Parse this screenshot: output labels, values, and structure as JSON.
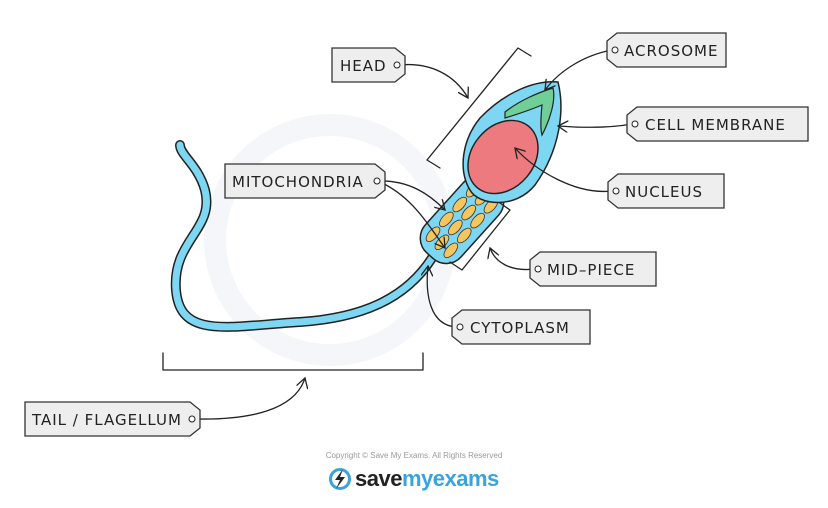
{
  "labels": {
    "head": "HEAD",
    "acrosome": "ACROSOME",
    "cell_membrane": "CELL  MEMBRANE",
    "mitochondria": "MITOCHONDRIA",
    "nucleus": "NUCLEUS",
    "mid_piece": "MID–PIECE",
    "cytoplasm": "CYTOPLASM",
    "tail": "TAIL / FLAGELLUM"
  },
  "footer": {
    "copyright": "Copyright © Save My Exams. All Rights Reserved",
    "logo_part1": "save",
    "logo_part2": "myexams"
  },
  "colors": {
    "cytoplasm": "#7dd6f2",
    "nucleus": "#ec7a7e",
    "acrosome": "#6fcf97",
    "mitochondria": "#f5c55e",
    "brand": "#3aa3de"
  }
}
